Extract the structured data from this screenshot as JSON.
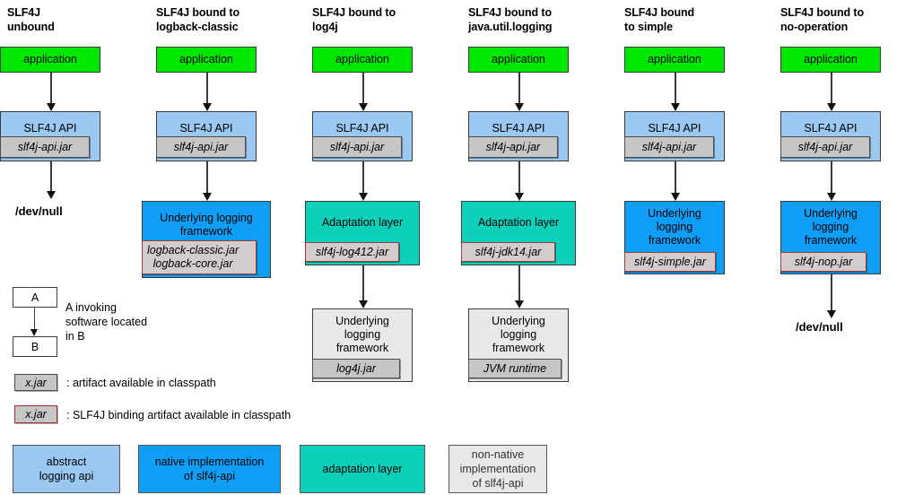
{
  "diagram": {
    "title_hidden": "",
    "columns": [
      {
        "id": "unbound",
        "title": "SLF4J\nunbound",
        "application": "application",
        "api_title": "SLF4J API",
        "api_jar": "slf4j-api.jar",
        "impl_title": null,
        "impl_jar": null,
        "under_title": null,
        "under_jar": null,
        "devnull": "/dev/null"
      },
      {
        "id": "logback-classic",
        "title": "SLF4J bound to\nlogback-classic",
        "application": "application",
        "api_title": "SLF4J API",
        "api_jar": "slf4j-api.jar",
        "impl_title": "Underlying logging\nframework",
        "impl_jar": "logback-classic.jar\nlogback-core.jar",
        "under_title": null,
        "under_jar": null,
        "devnull": null
      },
      {
        "id": "log4j",
        "title": "SLF4J bound to\nlog4j",
        "application": "application",
        "api_title": "SLF4J API",
        "api_jar": "slf4j-api.jar",
        "impl_title": "Adaptation layer",
        "impl_jar": "slf4j-log412.jar",
        "under_title": "Underlying\nlogging\nframework",
        "under_jar": "log4j.jar",
        "devnull": null
      },
      {
        "id": "java-util-logging",
        "title": "SLF4J bound to\njava.util.logging",
        "application": "application",
        "api_title": "SLF4J API",
        "api_jar": "slf4j-api.jar",
        "impl_title": "Adaptation layer",
        "impl_jar": "slf4j-jdk14.jar",
        "under_title": "Underlying\nlogging\nframework",
        "under_jar": "JVM runtime",
        "devnull": null
      },
      {
        "id": "simple",
        "title": "SLF4J bound\nto simple",
        "application": "application",
        "api_title": "SLF4J API",
        "api_jar": "slf4j-api.jar",
        "impl_title": "Underlying\nlogging\nframework",
        "impl_jar": "slf4j-simple.jar",
        "under_title": null,
        "under_jar": null,
        "devnull": null
      },
      {
        "id": "no-operation",
        "title": "SLF4J bound to\nno-operation",
        "application": "application",
        "api_title": "SLF4J API",
        "api_jar": "slf4j-api.jar",
        "impl_title": "Underlying\nlogging\nframework",
        "impl_jar": "slf4j-nop.jar",
        "under_title": null,
        "under_jar": null,
        "devnull": "/dev/null"
      }
    ]
  },
  "legend": {
    "invocation": {
      "box_a": "A",
      "box_b": "B",
      "caption": "A invoking\nsoftware located\nin B"
    },
    "artifact": {
      "chip": "x.jar",
      "caption": ": artifact available in classpath"
    },
    "binding": {
      "chip": "x.jar",
      "caption": ": SLF4J binding artifact available in classpath"
    },
    "swatches": [
      {
        "label": "abstract\nlogging api",
        "color": "#9ac8f0"
      },
      {
        "label": "native implementation\nof slf4j-api",
        "color": "#0e9ef5"
      },
      {
        "label": "adaptation layer",
        "color": "#0dd0bb"
      },
      {
        "label": "non-native\nimplementation\nof slf4j-api",
        "color": "#e8e8e8"
      }
    ]
  }
}
